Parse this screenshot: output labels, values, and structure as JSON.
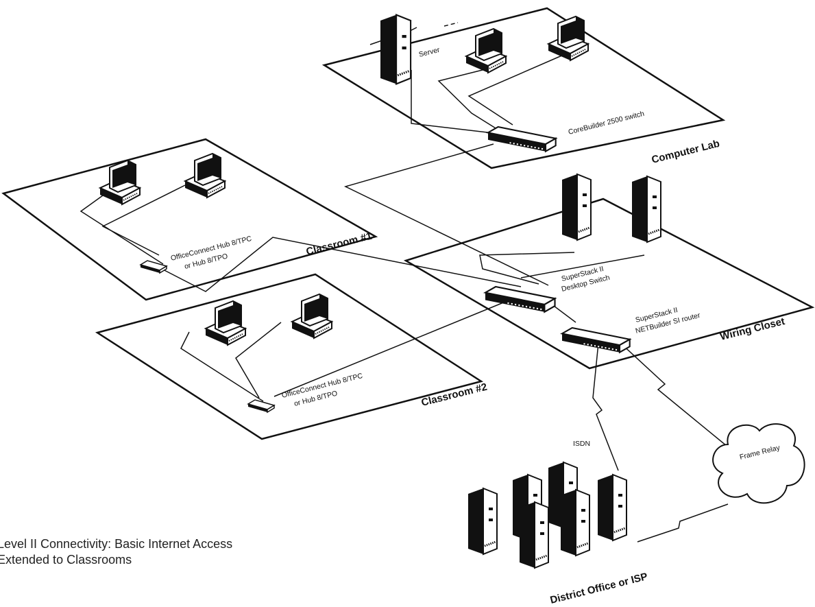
{
  "rooms": {
    "computer_lab": "Computer Lab",
    "classroom1": "Classroom #1",
    "classroom2": "Classroom #2",
    "wiring_closet": "Wiring Closet",
    "district": "District Office or ISP"
  },
  "devices": {
    "server": "Server",
    "corebuilder": "CoreBuilder 2500 switch",
    "hub1_line1": "OfficeConnect Hub 8/TPC",
    "hub1_line2": "or Hub 8/TPO",
    "hub2_line1": "OfficeConnect Hub 8/TPC",
    "hub2_line2": "or Hub 8/TPO",
    "switch_line1": "SuperStack II",
    "switch_line2": "Desktop Switch",
    "router_line1": "SuperStack II",
    "router_line2": "NETBuilder SI router"
  },
  "links": {
    "isdn": "ISDN",
    "frame_relay": "Frame Relay"
  },
  "caption": {
    "line1": "Level II Connectivity: Basic Internet Access",
    "line2": "Extended to Classrooms"
  }
}
